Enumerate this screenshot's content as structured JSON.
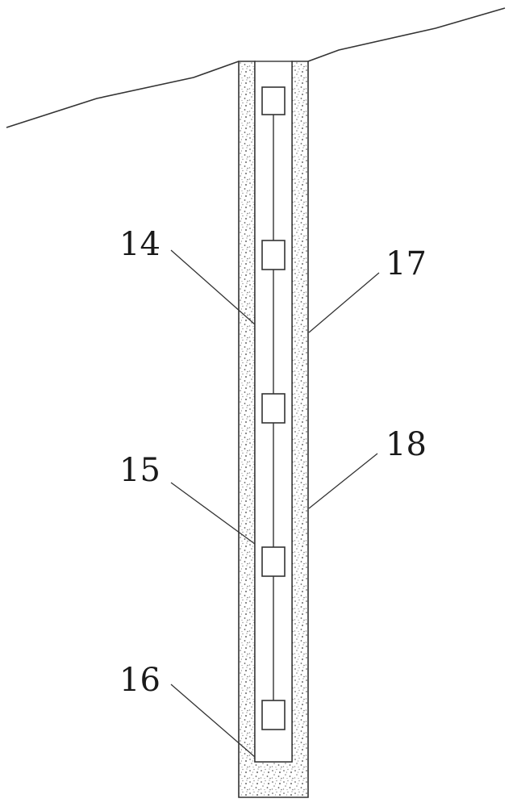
{
  "diagram": {
    "labels": [
      {
        "id": "label-14",
        "text": "14",
        "target": "inner-pipe-wall"
      },
      {
        "id": "label-15",
        "text": "15",
        "target": "sensor-node"
      },
      {
        "id": "label-16",
        "text": "16",
        "target": "bottom-grout-plug"
      },
      {
        "id": "label-17",
        "text": "17",
        "target": "grout-fill-layer"
      },
      {
        "id": "label-18",
        "text": "18",
        "target": "borehole-wall"
      }
    ],
    "colors": {
      "line": "#333333",
      "fill_speckle": "#777777",
      "background": "#ffffff"
    }
  }
}
